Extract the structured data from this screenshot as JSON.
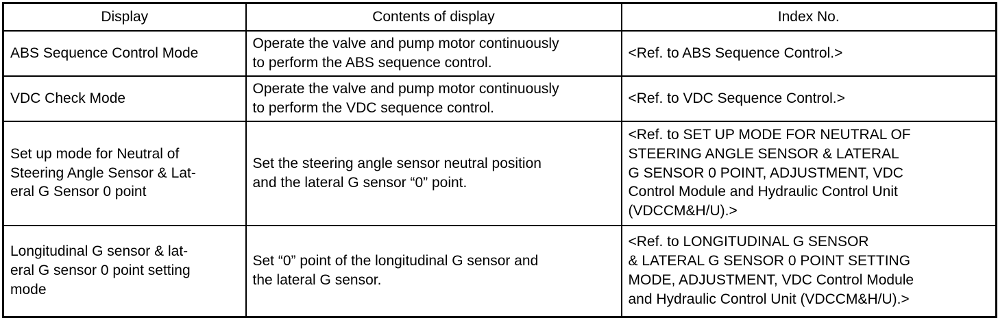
{
  "table": {
    "headers": [
      "Display",
      "Contents of display",
      "Index No."
    ],
    "rows": [
      {
        "display": "ABS Sequence Control Mode",
        "contents": "Operate the valve and pump motor continuously\nto perform the ABS sequence control.",
        "index": "<Ref. to ABS Sequence Control.>"
      },
      {
        "display": "VDC Check Mode",
        "contents": "Operate the valve and pump motor continuously\nto perform the VDC sequence control.",
        "index": "<Ref. to VDC Sequence Control.>"
      },
      {
        "display": "Set up mode for Neutral of\nSteering Angle Sensor & Lat-\neral G Sensor 0 point",
        "contents": "Set the steering angle sensor neutral position\nand the lateral G sensor “0” point.",
        "index": "<Ref. to SET UP MODE FOR NEUTRAL OF\nSTEERING ANGLE SENSOR & LATERAL\nG SENSOR 0 POINT, ADJUSTMENT, VDC\nControl Module and Hydraulic Control Unit\n(VDCCM&H/U).>"
      },
      {
        "display": "Longitudinal G sensor & lat-\neral G sensor 0 point setting\nmode",
        "contents": "Set “0” point of the longitudinal G sensor and\nthe lateral G sensor.",
        "index": "<Ref. to LONGITUDINAL G SENSOR\n& LATERAL G SENSOR 0 POINT SETTING\nMODE, ADJUSTMENT, VDC Control Module\nand Hydraulic Control Unit (VDCCM&H/U).>"
      }
    ],
    "colors": {
      "border": "#000000",
      "background": "#ffffff",
      "text": "#000000"
    }
  }
}
